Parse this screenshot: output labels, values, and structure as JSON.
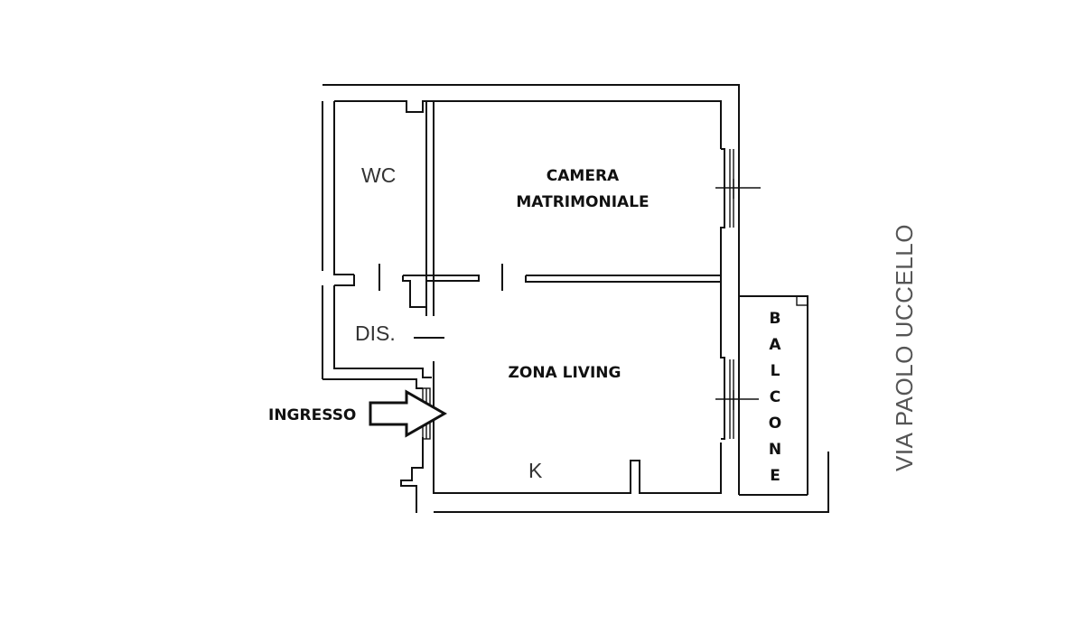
{
  "labels": {
    "wc": "WC",
    "camera_line1": "CAMERA",
    "camera_line2": "MATRIMONIALE",
    "dis": "DIS.",
    "zona_living": "ZONA LIVING",
    "k": "K",
    "ingresso": "INGRESSO",
    "street": "VIA PAOLO UCCELLO"
  },
  "balcone_letters": [
    "B",
    "A",
    "L",
    "C",
    "O",
    "N",
    "E"
  ]
}
